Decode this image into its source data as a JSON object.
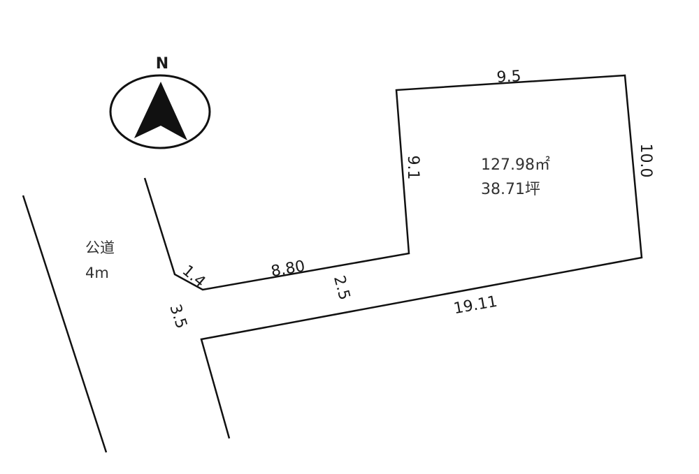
{
  "compass": {
    "north_label": "N"
  },
  "road": {
    "type": "公道",
    "width": "4m"
  },
  "lot": {
    "area_sqm": "127.98㎡",
    "area_tsubo": "38.71坪"
  },
  "dimensions": {
    "top": "9.5",
    "right": "10.0",
    "inner_left": "9.1",
    "corner_cut": "1.4",
    "inner_bottom": "8.80",
    "access_width_inner": "2.5",
    "access_width_road": "3.5",
    "bottom": "19.11"
  },
  "colors": {
    "line": "#111111",
    "background": "#ffffff"
  }
}
